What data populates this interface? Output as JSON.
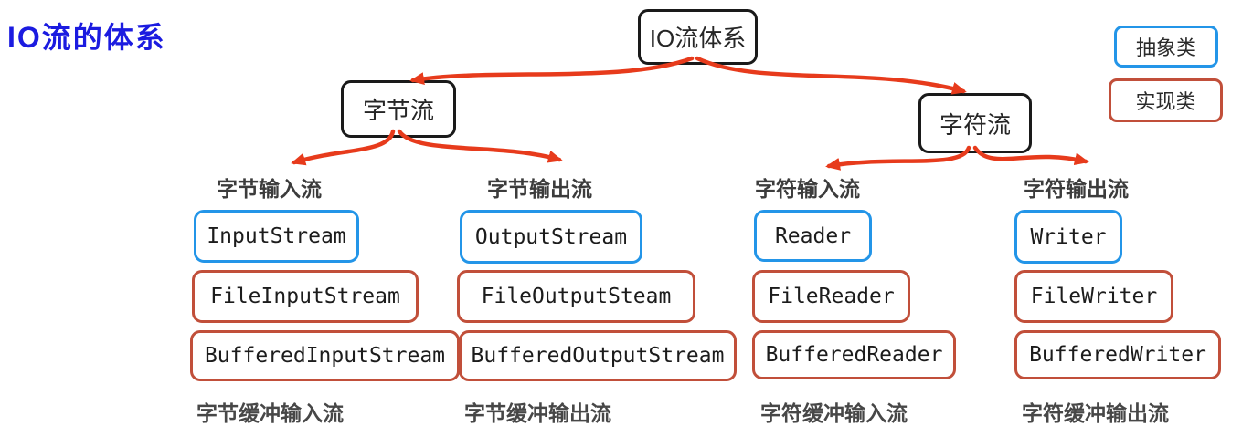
{
  "title": "IO流的体系",
  "root_label": "IO流体系",
  "legend": {
    "abstract": "抽象类",
    "concrete": "实现类"
  },
  "branches": {
    "byte": "字节流",
    "char": "字符流"
  },
  "columns": [
    {
      "header": "字节输入流",
      "abstract": "InputStream",
      "file": "FileInputStream",
      "buffered": "BufferedInputStream",
      "footer": "字节缓冲输入流"
    },
    {
      "header": "字节输出流",
      "abstract": "OutputStream",
      "file": "FileOutputSteam",
      "buffered": "BufferedOutputStream",
      "footer": "字节缓冲输出流"
    },
    {
      "header": "字符输入流",
      "abstract": "Reader",
      "file": "FileReader",
      "buffered": "BufferedReader",
      "footer": "字符缓冲输入流"
    },
    {
      "header": "字符输出流",
      "abstract": "Writer",
      "file": "FileWriter",
      "buffered": "BufferedWriter",
      "footer": "字符缓冲输出流"
    }
  ],
  "colors": {
    "abstract_border": "#2395e8",
    "concrete_border": "#c14f3a",
    "arrow": "#e73b1c",
    "node_border": "#1a1a1a",
    "title_blue": "#1b1be0"
  }
}
